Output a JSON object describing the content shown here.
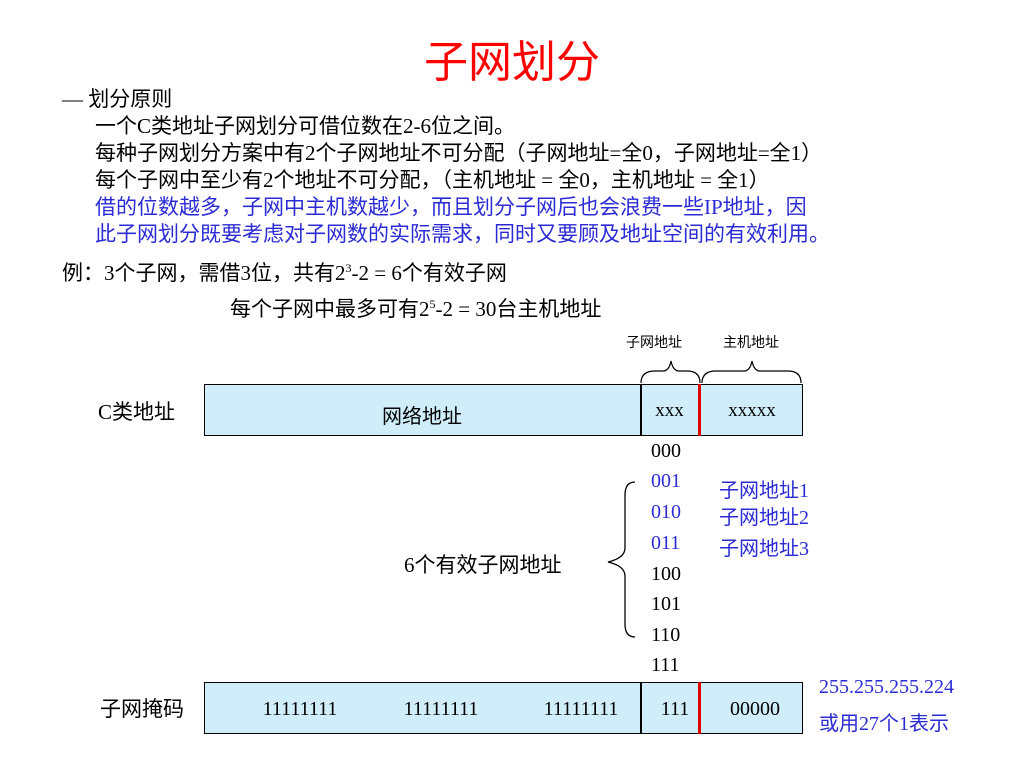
{
  "title": "子网划分",
  "principles": {
    "heading": "— 划分原则",
    "line1": "一个C类地址子网划分可借位数在2-6位之间。",
    "line2": "每种子网划分方案中有2个子网地址不可分配（子网地址=全0，子网地址=全1）",
    "line3": "每个子网中至少有2个地址不可分配，（主机地址 = 全0，主机地址 = 全1）",
    "line4": "借的位数越多，子网中主机数越少，而且划分子网后也会浪费一些IP地址，因",
    "line5": "此子网划分既要考虑对子网数的实际需求，同时又要顾及地址空间的有效利用。"
  },
  "example": {
    "prefix": "例：3个子网，需借3位，共有2",
    "exp1": "3",
    "suffix1": "-2 = 6个有效子网",
    "prefix2": "每个子网中最多可有2",
    "exp2": "5",
    "suffix2": "-2 = 30台主机地址"
  },
  "labels": {
    "subnet_part": "子网地址",
    "host_part": "主机地址",
    "class_c": "C类地址",
    "network_address": "网络地址",
    "subnet_bits": "xxx",
    "host_bits": "xxxxx",
    "valid_subnets": "6个有效子网地址",
    "mask_label": "子网掩码",
    "mask_decimal": "255.255.255.224",
    "mask_alt": "或用27个1表示"
  },
  "subnet_codes": [
    {
      "code": "000",
      "note": ""
    },
    {
      "code": "001",
      "note": "子网地址1"
    },
    {
      "code": "010",
      "note": "子网地址2"
    },
    {
      "code": "011",
      "note": "子网地址3"
    },
    {
      "code": "100",
      "note": ""
    },
    {
      "code": "101",
      "note": ""
    },
    {
      "code": "110",
      "note": ""
    },
    {
      "code": "111",
      "note": ""
    }
  ],
  "mask_octets": [
    "11111111",
    "11111111",
    "11111111",
    "111",
    "00000"
  ],
  "colors": {
    "title": "#ff0000",
    "blue_text": "#2b2bd6",
    "box_fill": "#cfeefa",
    "divider": "#e00000"
  }
}
